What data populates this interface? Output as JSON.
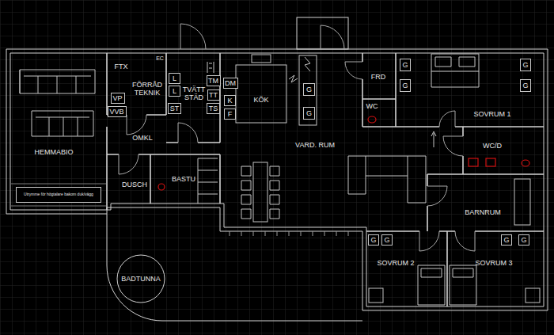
{
  "diagram": {
    "nodes": [
      {
        "text": [
          "VP"
        ]
      },
      {
        "text": [
          "VVB"
        ]
      },
      {
        "text": [
          "L"
        ]
      },
      {
        "text": [
          "L"
        ]
      },
      {
        "text": [
          "ST"
        ]
      },
      {
        "text": [
          "TM"
        ]
      },
      {
        "text": [
          "TT"
        ]
      },
      {
        "text": [
          "TS"
        ]
      },
      {
        "text": [
          "DM"
        ]
      },
      {
        "text": [
          "K"
        ]
      },
      {
        "text": [
          "F"
        ]
      },
      {
        "text": [
          "G"
        ]
      },
      {
        "text": [
          "G"
        ]
      },
      {
        "text": [
          "G"
        ]
      },
      {
        "text": [
          "G"
        ]
      },
      {
        "text": [
          "G"
        ]
      },
      {
        "text": [
          "G"
        ]
      },
      {
        "text": [
          "G"
        ]
      },
      {
        "text": [
          "G"
        ]
      },
      {
        "text": [
          "G"
        ]
      },
      {
        "text": [
          "G"
        ]
      },
      {
        "text": [
          "Utrymme för högtalare bakom duk/vägg"
        ]
      }
    ],
    "labels": [
      "HEMMABIO",
      "FTX",
      "EC",
      "FÖRRÅD TEKNIK",
      "TVÄTT STÄD",
      "KÖK",
      "FRD",
      "WC",
      "SOVRUM 1",
      "OMKL",
      "VARD. RUM",
      "WC/D",
      "DUSCH",
      "BASTU",
      "BARNRUM",
      "SOVRUM 2",
      "SOVRUM 3",
      "BADTUNNA"
    ]
  }
}
